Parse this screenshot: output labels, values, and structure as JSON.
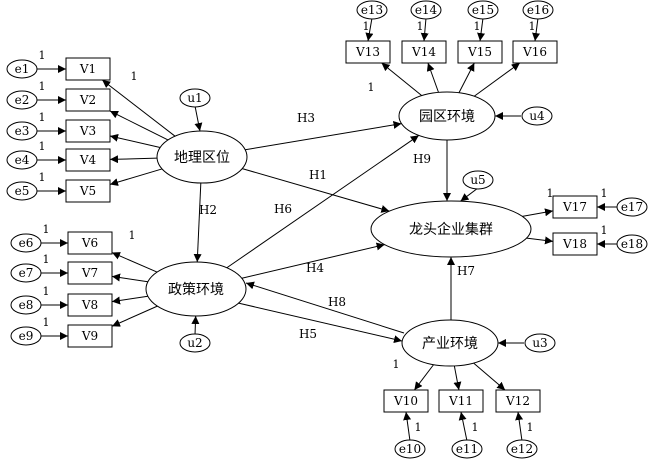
{
  "latents": [
    {
      "id": "dili",
      "label": "地理区位"
    },
    {
      "id": "zhengce",
      "label": "政策环境"
    },
    {
      "id": "yuanqu",
      "label": "园区环境"
    },
    {
      "id": "longtou",
      "label": "龙头企业集群"
    },
    {
      "id": "chanye",
      "label": "产业环境"
    }
  ],
  "indicators": [
    "V1",
    "V2",
    "V3",
    "V4",
    "V5",
    "V6",
    "V7",
    "V8",
    "V9",
    "V10",
    "V11",
    "V12",
    "V13",
    "V14",
    "V15",
    "V16",
    "V17",
    "V18"
  ],
  "errors": [
    "e1",
    "e2",
    "e3",
    "e4",
    "e5",
    "e6",
    "e7",
    "e8",
    "e9",
    "e10",
    "e11",
    "e12",
    "e13",
    "e14",
    "e15",
    "e16",
    "e17",
    "e18"
  ],
  "disturbances": [
    "u1",
    "u2",
    "u3",
    "u4",
    "u5"
  ],
  "paths": [
    {
      "label": "H1",
      "from": "地理区位",
      "to": "龙头企业集群"
    },
    {
      "label": "H2",
      "from": "地理区位",
      "to": "政策环境"
    },
    {
      "label": "H3",
      "from": "地理区位",
      "to": "园区环境"
    },
    {
      "label": "H4",
      "from": "政策环境",
      "to": "龙头企业集群"
    },
    {
      "label": "H5",
      "from": "政策环境",
      "to": "产业环境"
    },
    {
      "label": "H6",
      "from": "政策环境",
      "to": "园区环境"
    },
    {
      "label": "H7",
      "from": "产业环境",
      "to": "龙头企业集群"
    },
    {
      "label": "H8",
      "from": "产业环境",
      "to": "政策环境"
    },
    {
      "label": "H9",
      "from": "园区环境",
      "to": "龙头企业集群"
    }
  ],
  "fixed_loading": "1"
}
